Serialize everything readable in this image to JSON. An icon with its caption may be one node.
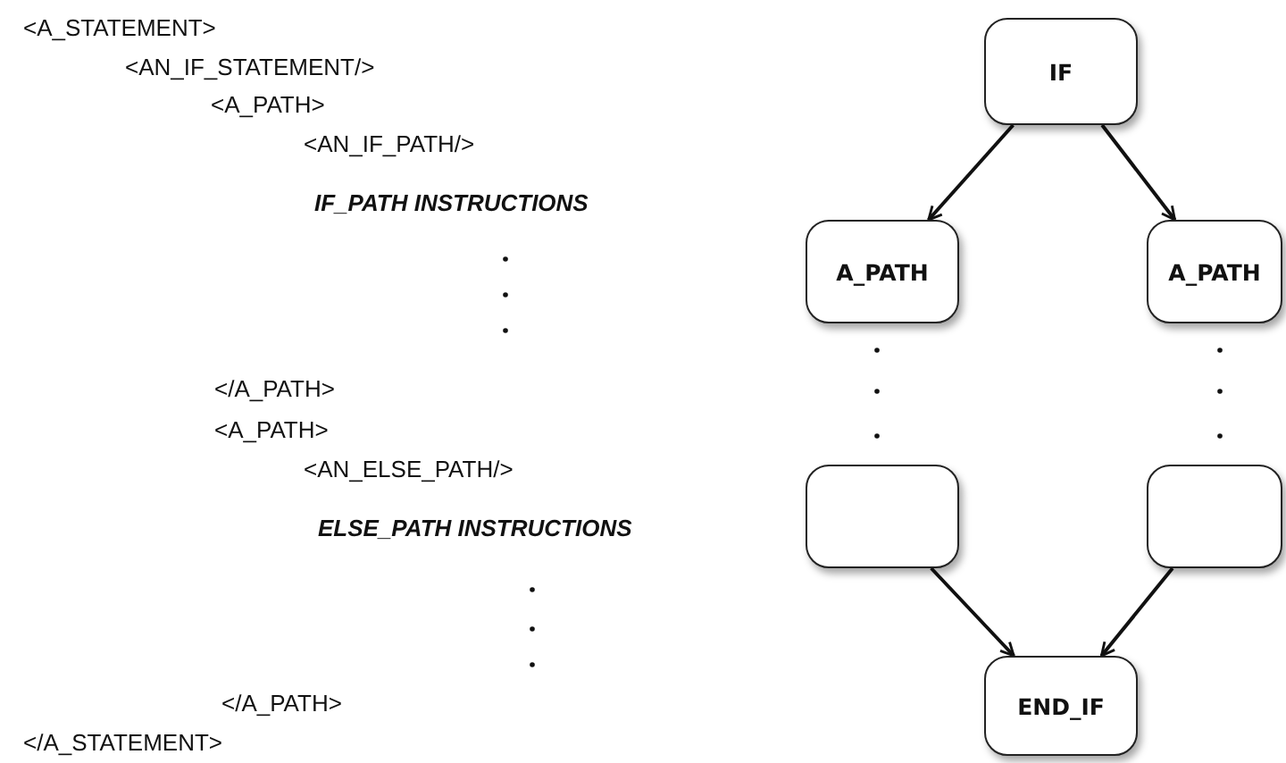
{
  "diagram": {
    "nodes": [
      {
        "text": [
          "IF"
        ]
      },
      {
        "text": [
          "A_PATH"
        ]
      },
      {
        "text": [
          "A_PATH"
        ]
      },
      {
        "text": [],
        "shape": "box"
      },
      {
        "text": [],
        "shape": "box"
      },
      {
        "text": [
          "END_IF"
        ]
      }
    ],
    "edges": [
      {
        "from": 0,
        "to": 1,
        "arrow": "to"
      },
      {
        "from": 0,
        "to": 2,
        "arrow": "to"
      },
      {
        "from": 3,
        "to": 5,
        "arrow": "to"
      },
      {
        "from": 4,
        "to": 5,
        "arrow": "to"
      }
    ],
    "labels": [
      "<A_STATEMENT>",
      "<AN_IF_STATEMENT/>",
      "<A_PATH>",
      "<AN_IF_PATH/>",
      "IF_PATH INSTRUCTIONS",
      "</A_PATH>",
      "<A_PATH>",
      "<AN_ELSE_PATH/>",
      "ELSE_PATH INSTRUCTIONS",
      "</A_PATH>",
      "</A_STATEMENT>"
    ]
  }
}
